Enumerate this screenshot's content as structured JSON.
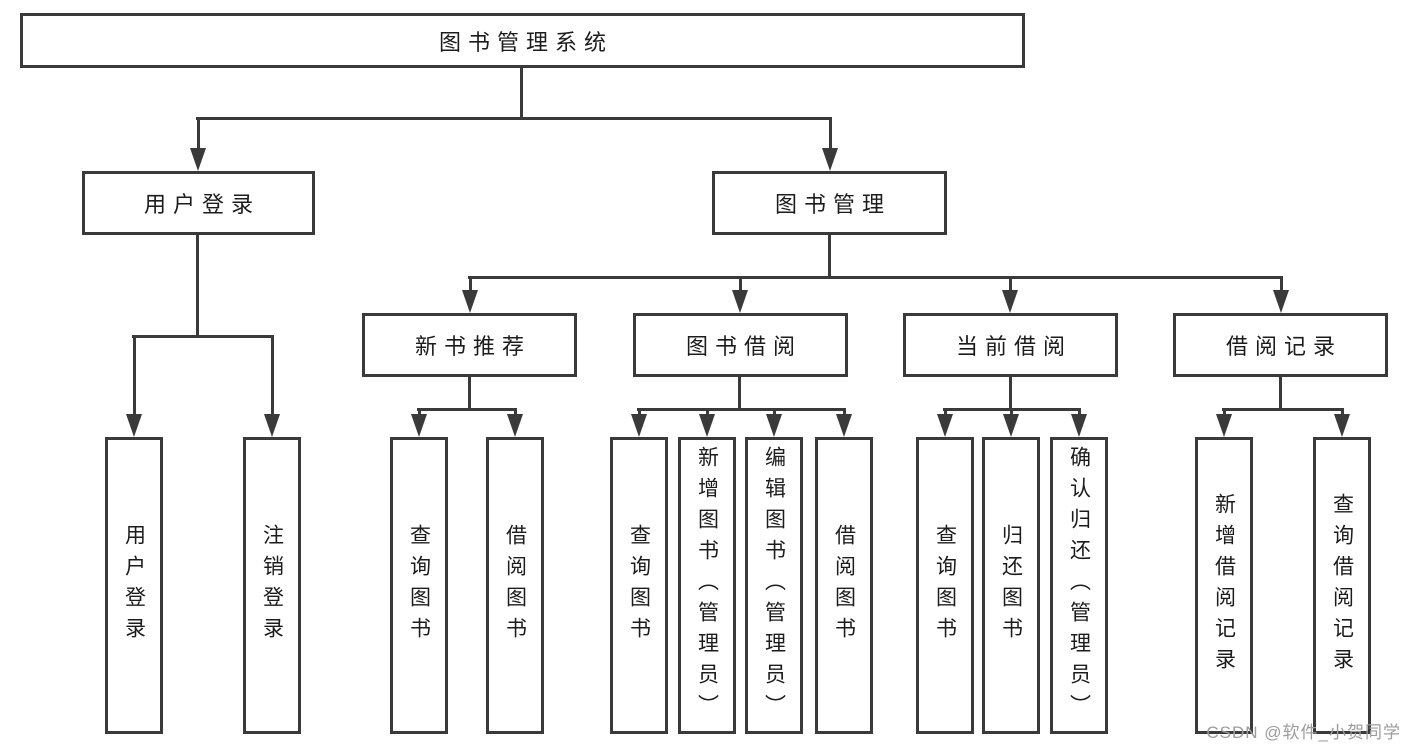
{
  "diagram": {
    "tree": {
      "label": "图书管理系统",
      "children": [
        {
          "label": "用户登录",
          "children": [
            {
              "label": "用户登录"
            },
            {
              "label": "注销登录"
            }
          ]
        },
        {
          "label": "图书管理",
          "children": [
            {
              "label": "新书推荐",
              "children": [
                {
                  "label": "查询图书"
                },
                {
                  "label": "借阅图书"
                }
              ]
            },
            {
              "label": "图书借阅",
              "children": [
                {
                  "label": "查询图书"
                },
                {
                  "label": "新增图书（管理员）"
                },
                {
                  "label": "编辑图书（管理员）"
                },
                {
                  "label": "借阅图书"
                }
              ]
            },
            {
              "label": "当前借阅",
              "children": [
                {
                  "label": "查询图书"
                },
                {
                  "label": "归还图书"
                },
                {
                  "label": "确认归还（管理员）"
                }
              ]
            },
            {
              "label": "借阅记录",
              "children": [
                {
                  "label": "新增借阅记录"
                },
                {
                  "label": "查询借阅记录"
                }
              ]
            }
          ]
        }
      ]
    }
  },
  "watermark": {
    "text": "CSDN @软件_小贺同学"
  },
  "colors": {
    "line": "#3a3a3a",
    "box_border": "#3a3a3a",
    "box_background": "#ffffff",
    "text": "#1c1c1c",
    "watermark": "#9c9c9c",
    "page_background": "#ffffff"
  }
}
